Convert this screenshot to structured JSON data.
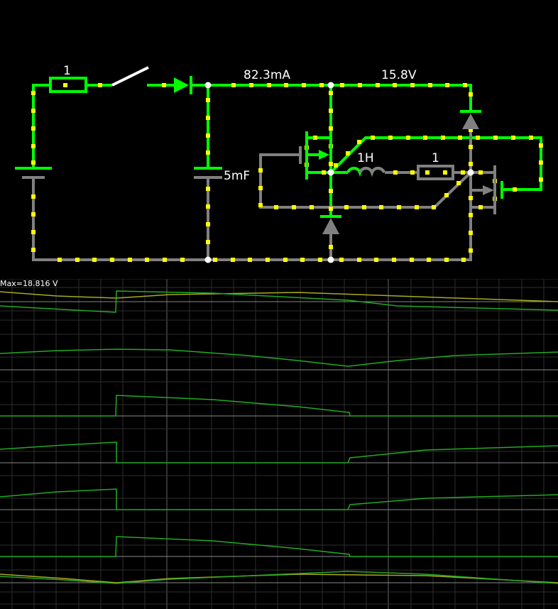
{
  "labels": {
    "fuse_left": "1",
    "current": "82.3mA",
    "voltage": "15.8V",
    "inductor": "1H",
    "fuse_right": "1",
    "capacitor": "5mF"
  },
  "scope": {
    "max_label": "Max=18.816 V"
  },
  "colors": {
    "background": "#000000",
    "wire_active": "#00ff00",
    "wire_idle": "#808080",
    "dots": "#ffff00",
    "trace_green": "#22aa22",
    "trace_yellow": "#aaaa22",
    "grid": "#333333",
    "axis": "#888888"
  }
}
